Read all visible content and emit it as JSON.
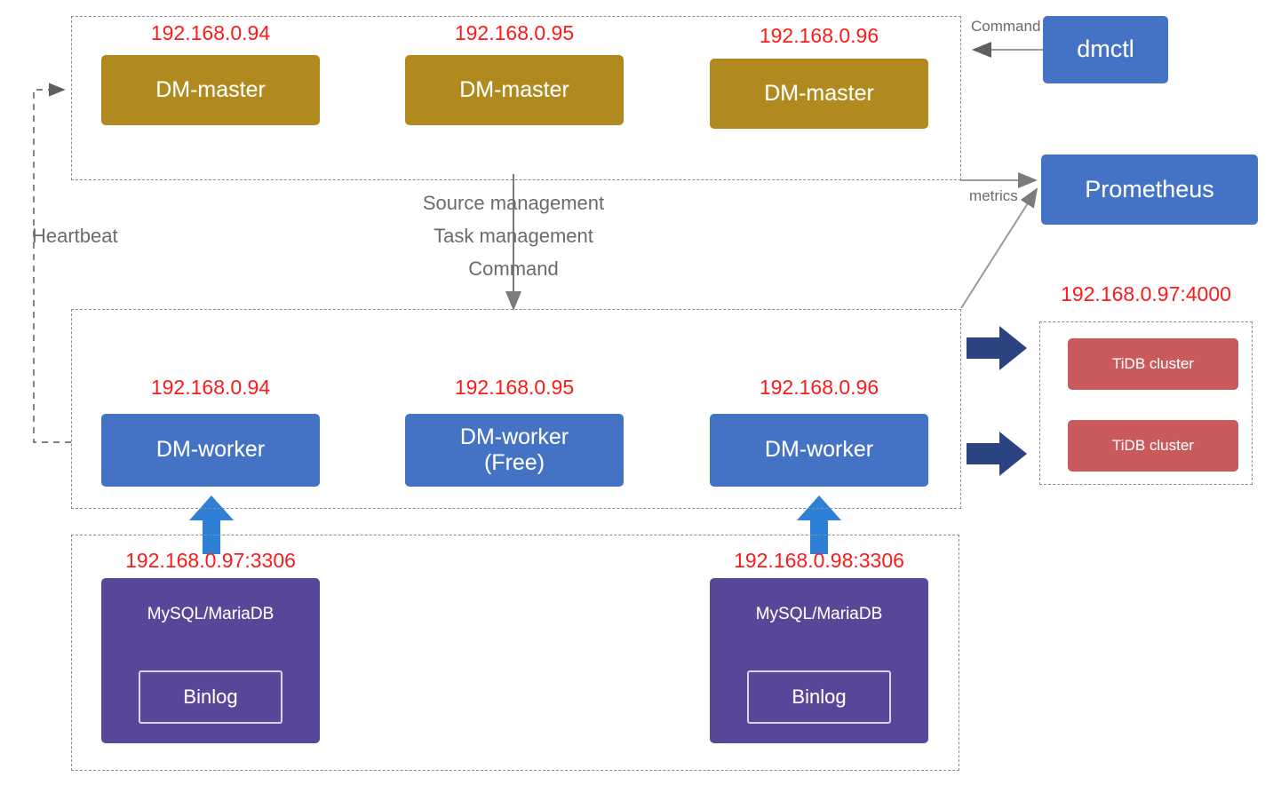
{
  "diagram": {
    "title": "TiDB DM cluster architecture",
    "colors": {
      "master": "#b08a1e",
      "worker": "#4472c4",
      "tool": "#4472c4",
      "tidb": "#c9595b",
      "upstream": "#584698",
      "ip_label": "#fc1b1b",
      "edge": "#8d8d8d",
      "thick_arrow": "#2b4380",
      "binlog_arrow": "#2e7fd6"
    },
    "groups": {
      "master_group": "dm-master-group",
      "worker_group": "dm-worker-group",
      "upstream_group": "upstream-mysql-group",
      "tidb_group": "tidb-cluster-group"
    },
    "masters": [
      {
        "ip": "192.168.0.94",
        "label": "DM-master"
      },
      {
        "ip": "192.168.0.95",
        "label": "DM-master"
      },
      {
        "ip": "192.168.0.96",
        "label": "DM-master"
      }
    ],
    "workers": [
      {
        "ip": "192.168.0.94",
        "label": "DM-worker"
      },
      {
        "ip": "192.168.0.95",
        "label": "DM-worker\n(Free)",
        "line1": "DM-worker",
        "line2": "(Free)"
      },
      {
        "ip": "192.168.0.96",
        "label": "DM-worker"
      }
    ],
    "upstreams": [
      {
        "ip": "192.168.0.97:3306",
        "label": "MySQL/MariaDB",
        "binlog": "Binlog"
      },
      {
        "ip": "192.168.0.98:3306",
        "label": "MySQL/MariaDB",
        "binlog": "Binlog"
      }
    ],
    "tidb": {
      "ip": "192.168.0.97:4000",
      "clusters": [
        {
          "label": "TiDB cluster"
        },
        {
          "label": "TiDB cluster"
        }
      ]
    },
    "tools": {
      "dmctl": "dmctl",
      "prometheus": "Prometheus"
    },
    "edges": {
      "command_top": "Command",
      "metrics": "metrics",
      "heartbeat": "Heartbeat",
      "master_to_worker": [
        "Source management",
        "Task management",
        "Command"
      ]
    }
  }
}
